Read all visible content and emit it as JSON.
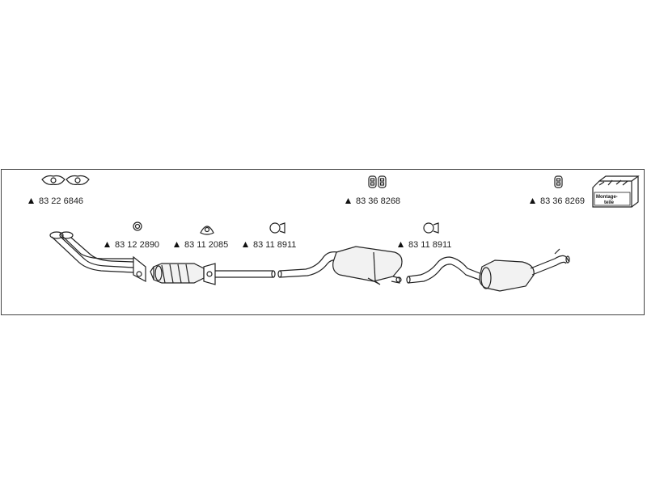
{
  "labels": {
    "flange_gaskets": "83 22 6846",
    "rubber_hangers": "83 36 8268",
    "mounting_kit": "83 36 8269",
    "ring_gasket": "83 12 2890",
    "triangle_gasket": "83 11 2085",
    "clamp_front": "83 11 8911",
    "clamp_rear": "83 11 8911"
  },
  "kit_box": {
    "line1": "Montage-",
    "line2": "teile"
  },
  "colors": {
    "stroke": "#222222",
    "part_fill": "#f2f2f2",
    "frame": "#444444"
  }
}
